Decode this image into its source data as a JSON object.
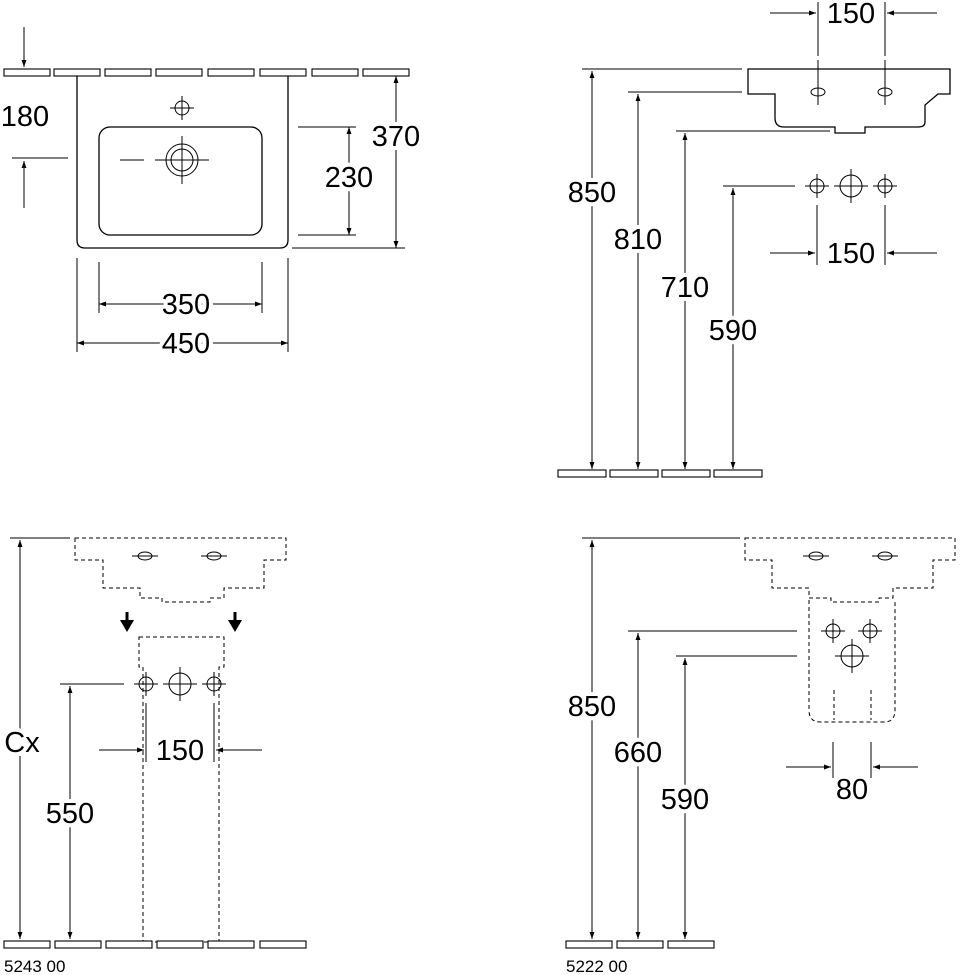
{
  "top_view": {
    "dims": {
      "depth_to_tap": "180",
      "overall_depth": "370",
      "bowl_depth": "230",
      "bowl_width": "350",
      "overall_width": "450"
    }
  },
  "side_view": {
    "dims": {
      "tap_hole_spacing_top": "150",
      "rim_height": "850",
      "bowl_bottom_height": "810",
      "trap_height": "710",
      "supply_height": "590",
      "supply_spacing": "150"
    }
  },
  "pedestal_view": {
    "dims": {
      "rim_height": "Cx",
      "waste_height": "550",
      "supply_spacing": "150"
    },
    "product_code": "5243 00"
  },
  "semi_pedestal_view": {
    "dims": {
      "rim_height": "850",
      "supply_height": "660",
      "waste_height": "590",
      "supply_spacing": "80"
    },
    "product_code": "5222 00"
  }
}
